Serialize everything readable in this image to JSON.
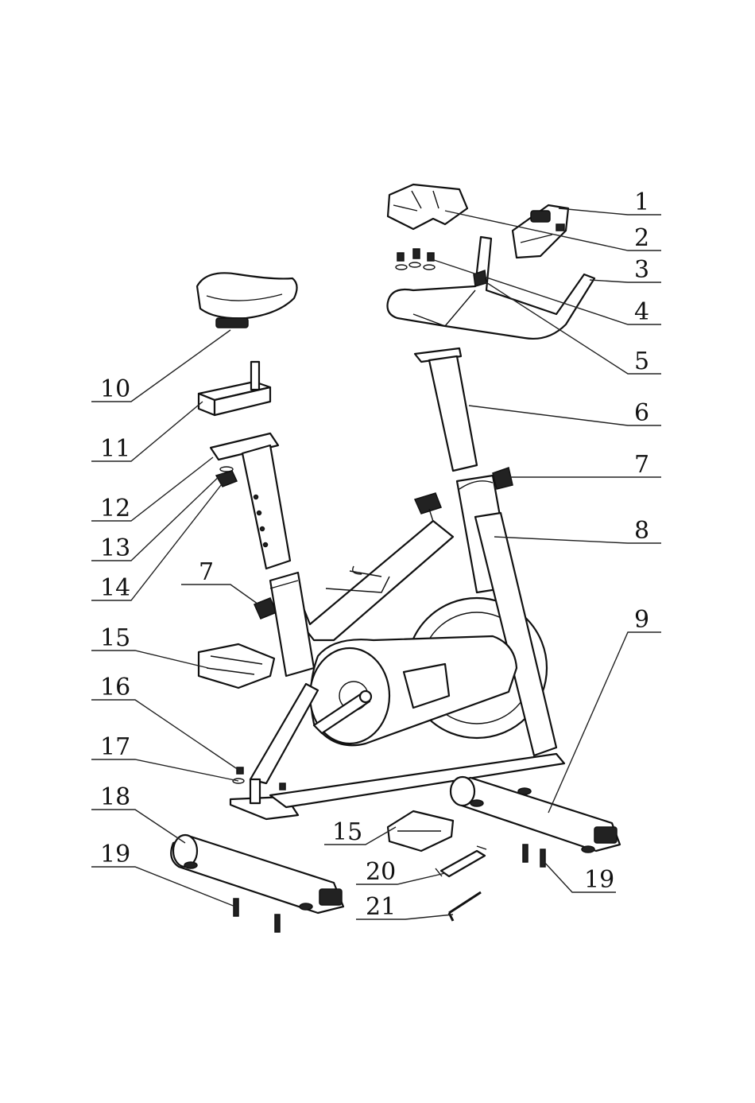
{
  "labels": {
    "right": [
      "1",
      "2",
      "3",
      "4",
      "5",
      "6",
      "7",
      "8",
      "9"
    ],
    "left": [
      "10",
      "11",
      "12",
      "13",
      "14",
      "7",
      "15",
      "16",
      "17",
      "18",
      "19"
    ],
    "bottom": [
      "15",
      "20",
      "21",
      "19"
    ]
  }
}
